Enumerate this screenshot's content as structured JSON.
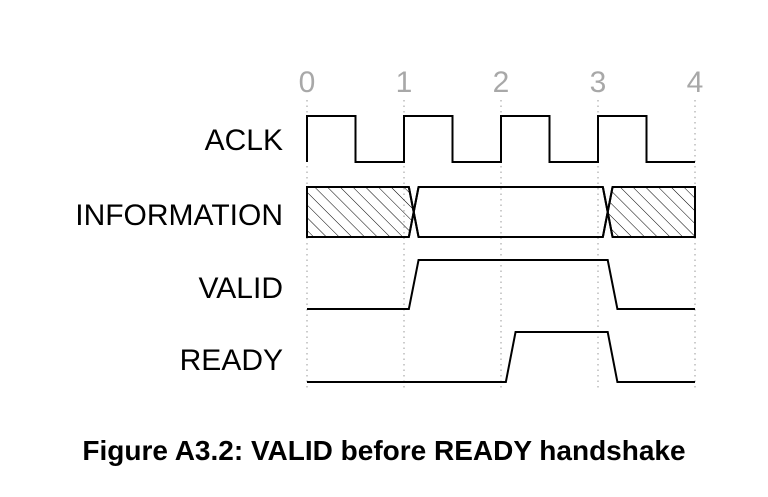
{
  "figure": {
    "caption": "Figure A3.2: VALID before READY handshake",
    "time_ticks": [
      "0",
      "1",
      "2",
      "3",
      "4"
    ],
    "colors": {
      "grid": "#9a9a9a",
      "tick_text": "#a8a8a8",
      "wave": "#000000"
    },
    "signals": [
      {
        "name": "ACLK",
        "kind": "clock",
        "period": 1,
        "duty": 0.5,
        "start": 0,
        "end": 4
      },
      {
        "name": "INFORMATION",
        "kind": "bus",
        "segments": [
          {
            "from": 0,
            "to": 1.1,
            "state": "invalid"
          },
          {
            "from": 1.1,
            "to": 3.1,
            "state": "valid"
          },
          {
            "from": 3.1,
            "to": 4,
            "state": "invalid"
          }
        ],
        "transition_width": 0.1
      },
      {
        "name": "VALID",
        "kind": "logic",
        "initial": 0,
        "edges": [
          {
            "t": 1.05,
            "to": 1
          },
          {
            "t": 3.1,
            "to": 0
          }
        ],
        "transition_width": 0.1
      },
      {
        "name": "READY",
        "kind": "logic",
        "initial": 0,
        "edges": [
          {
            "t": 2.05,
            "to": 1
          },
          {
            "t": 3.1,
            "to": 0
          }
        ],
        "transition_width": 0.1
      }
    ]
  }
}
